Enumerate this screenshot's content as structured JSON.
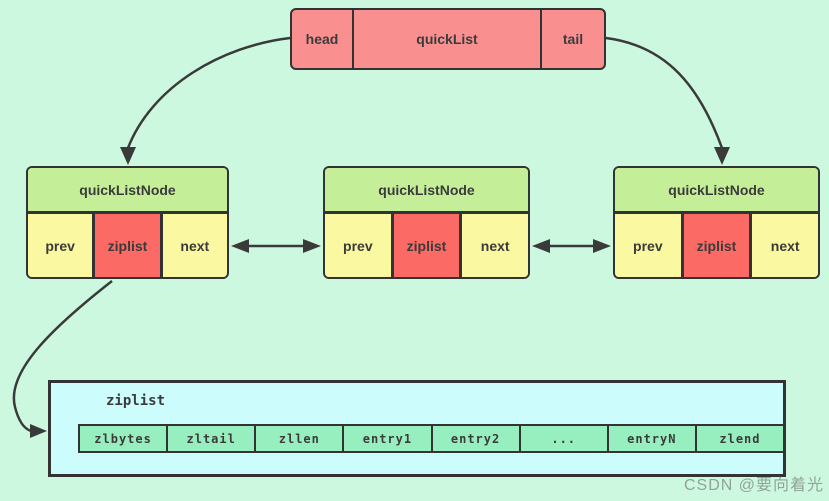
{
  "colors": {
    "background": "#cdf8e0",
    "quicklist_box": "#fa8f8f",
    "node_header": "#c5ee98",
    "node_cell": "#faf8a0",
    "node_ziplist_cell": "#fc6a65",
    "ziplist_box": "#ccfcfc",
    "ziplist_cell": "#97efbf",
    "border": "#333333",
    "arrow": "#3a3a3a"
  },
  "quicklist": {
    "head_label": "head",
    "title": "quickList",
    "tail_label": "tail"
  },
  "nodes": [
    {
      "title": "quickListNode",
      "cells": {
        "prev": "prev",
        "ziplist": "ziplist",
        "next": "next"
      }
    },
    {
      "title": "quickListNode",
      "cells": {
        "prev": "prev",
        "ziplist": "ziplist",
        "next": "next"
      }
    },
    {
      "title": "quickListNode",
      "cells": {
        "prev": "prev",
        "ziplist": "ziplist",
        "next": "next"
      }
    }
  ],
  "ziplist": {
    "label": "ziplist",
    "cells": [
      "zlbytes",
      "zltail",
      "zllen",
      "entry1",
      "entry2",
      "...",
      "entryN",
      "zlend"
    ]
  },
  "watermark": "CSDN @要向着光"
}
